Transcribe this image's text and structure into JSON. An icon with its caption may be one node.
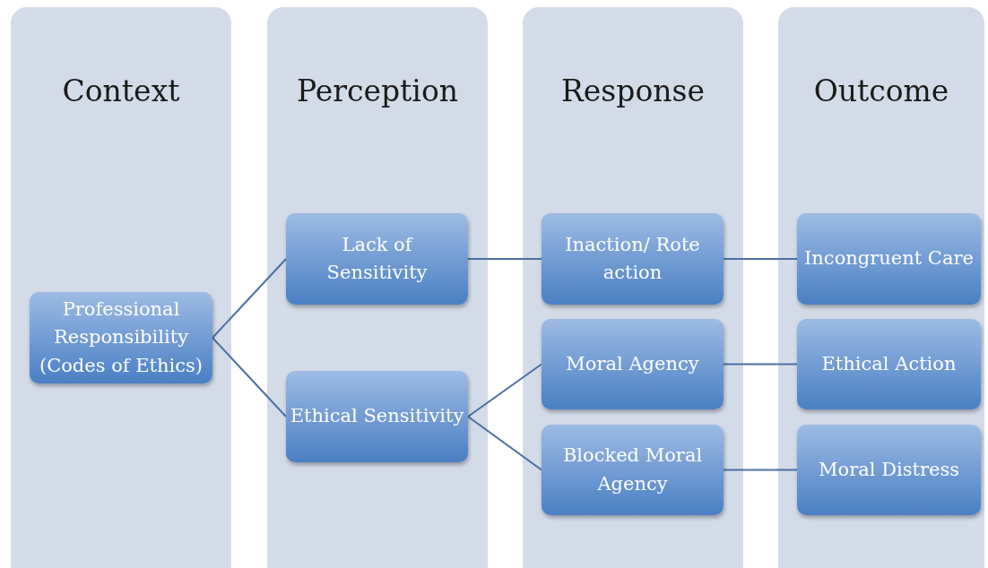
{
  "diagram": {
    "nodes": [
      {
        "text": [
          "Context"
        ]
      },
      {
        "text": [
          "Perception"
        ]
      },
      {
        "text": [
          "Response"
        ]
      },
      {
        "text": [
          "Outcome"
        ]
      },
      {
        "text": [
          "Professional Responsibility (Codes of Ethics)"
        ],
        "in": 0
      },
      {
        "text": [
          "Lack of Sensitivity"
        ],
        "in": 1
      },
      {
        "text": [
          "Ethical Sensitivity"
        ],
        "in": 1
      },
      {
        "text": [
          "Inaction/ Rote action"
        ],
        "in": 2
      },
      {
        "text": [
          "Moral Agency"
        ],
        "in": 2
      },
      {
        "text": [
          "Blocked Moral Agency"
        ],
        "in": 2
      },
      {
        "text": [
          "Incongruent Care"
        ],
        "in": 3
      },
      {
        "text": [
          "Ethical Action"
        ],
        "in": 3
      },
      {
        "text": [
          "Moral Distress"
        ],
        "in": 3
      }
    ],
    "edges": [
      {
        "from": 4,
        "to": 5,
        "arrow": "none"
      },
      {
        "from": 4,
        "to": 6,
        "arrow": "none"
      },
      {
        "from": 5,
        "to": 7,
        "arrow": "none"
      },
      {
        "from": 6,
        "to": 8,
        "arrow": "none"
      },
      {
        "from": 6,
        "to": 9,
        "arrow": "none"
      },
      {
        "from": 7,
        "to": 10,
        "arrow": "none"
      },
      {
        "from": 8,
        "to": 11,
        "arrow": "none"
      },
      {
        "from": 9,
        "to": 12,
        "arrow": "none"
      }
    ]
  }
}
